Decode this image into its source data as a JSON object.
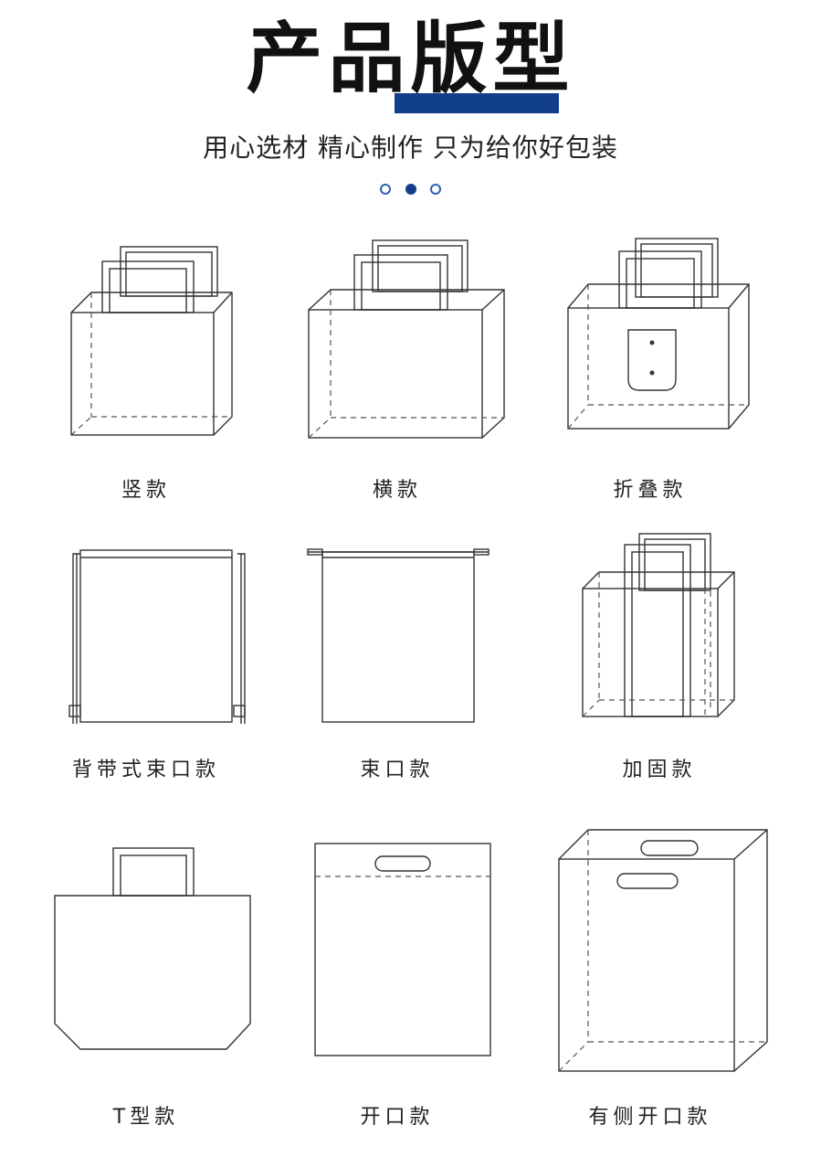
{
  "header": {
    "title": "产品版型",
    "subtitle": "用心选材 精心制作 只为给你好包装",
    "accent_color": "#123f8c"
  },
  "products": [
    {
      "label": "竖款"
    },
    {
      "label": "横款"
    },
    {
      "label": "折叠款"
    },
    {
      "label": "背带式束口款"
    },
    {
      "label": "束口款"
    },
    {
      "label": "加固款"
    },
    {
      "label": "T型款"
    },
    {
      "label": "开口款"
    },
    {
      "label": "有侧开口款"
    }
  ]
}
